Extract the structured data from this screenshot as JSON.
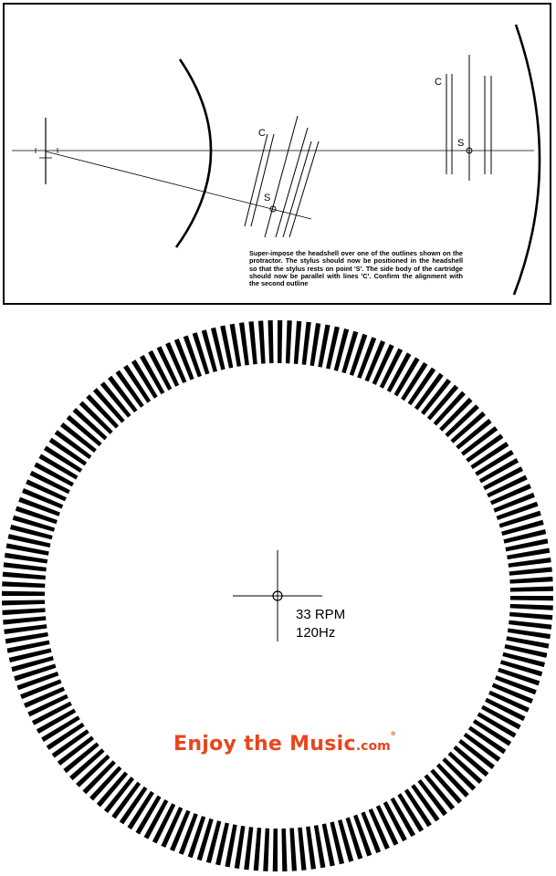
{
  "protractor": {
    "instructions": "Super-impose the headshell over one of the outlines shown on the protractor. The stylus should now be positioned in the headshell so that the stylus rests on point 'S'. The side body of the cartridge should now be parallel with lines 'C'. Confirm the alignment with the second outline",
    "label_c": "C",
    "label_s": "S"
  },
  "strobe": {
    "speed": "33 RPM",
    "frequency": "120Hz",
    "bar_count": 180
  },
  "brand": {
    "name": "Enjoy the Music",
    "suffix": ".com",
    "mark": "®",
    "color": "#e8461e"
  }
}
